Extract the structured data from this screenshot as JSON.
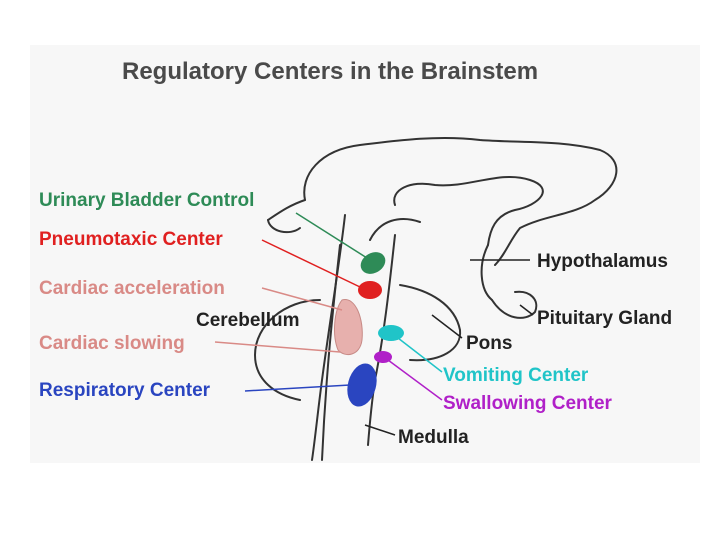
{
  "title": "Regulatory Centers in the Brainstem",
  "colors": {
    "urinary": "#2e8b57",
    "pneumotaxic": "#e02020",
    "cardiac": "#d98a86",
    "respiratory": "#2a45c0",
    "vomiting": "#20c4c8",
    "swallowing": "#b020c8",
    "label_black": "#222222"
  },
  "labels": {
    "urinary": "Urinary Bladder Control",
    "pneumotaxic": "Pneumotaxic Center",
    "cardiac_acceleration": "Cardiac acceleration",
    "cerebellum": "Cerebellum",
    "cardiac_slowing": "Cardiac slowing",
    "respiratory": "Respiratory Center",
    "hypothalamus": "Hypothalamus",
    "pituitary": "Pituitary Gland",
    "pons": "Pons",
    "vomiting": "Vomiting Center",
    "swallowing": "Swallowing Center",
    "medulla": "Medulla"
  }
}
